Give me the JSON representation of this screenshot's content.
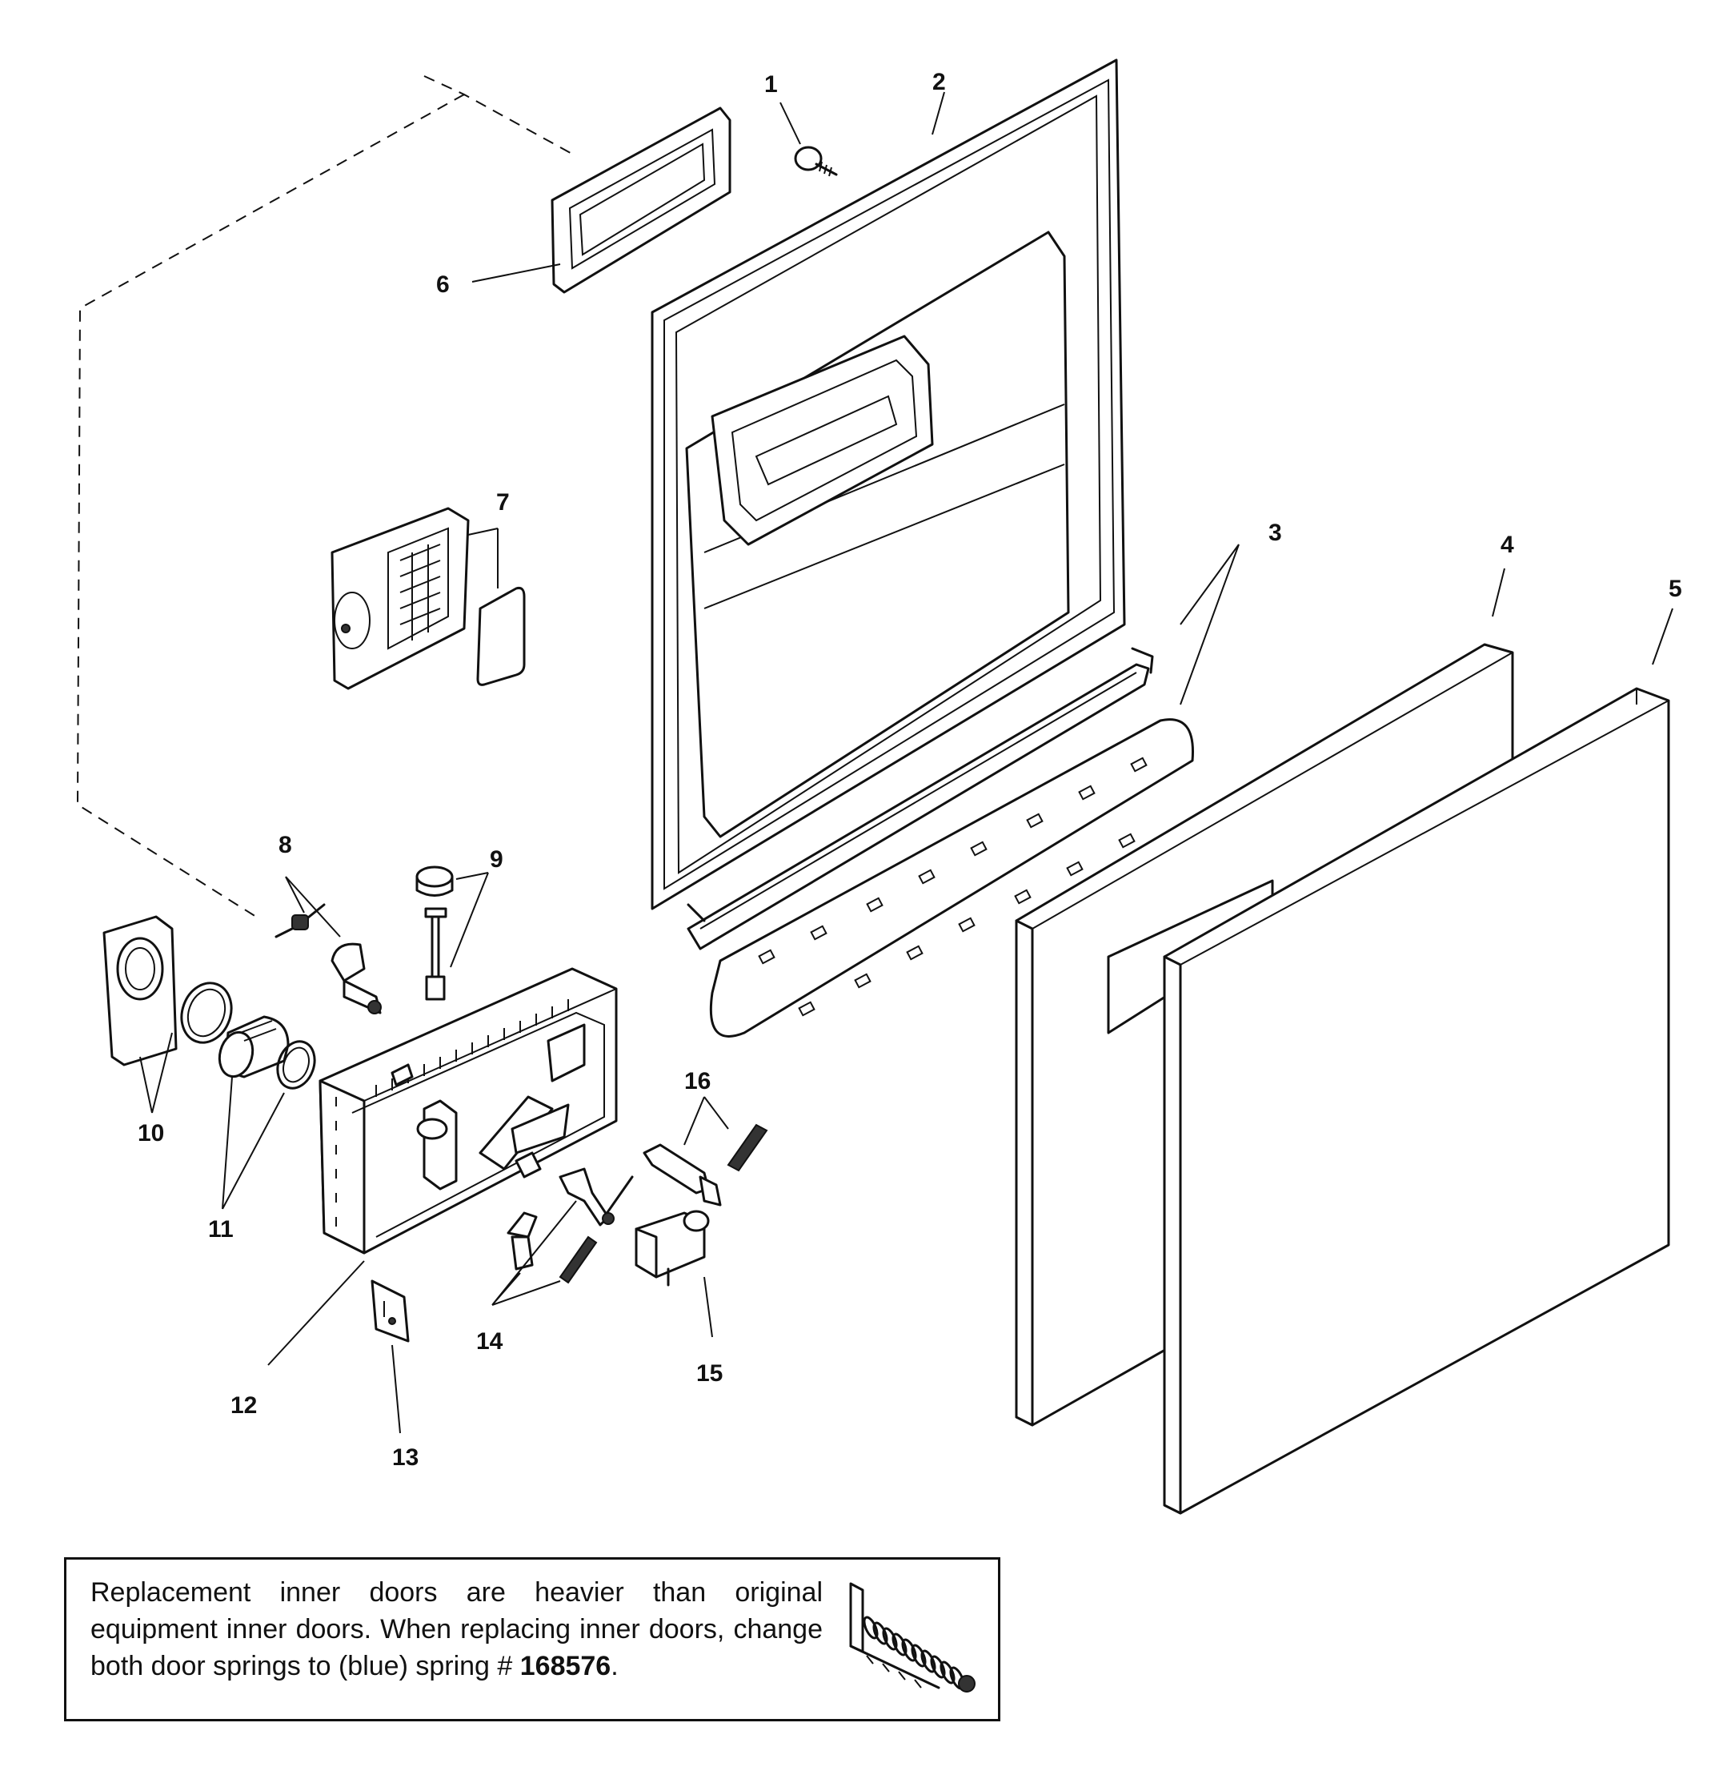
{
  "part_numbers": {
    "p1": "1",
    "p2": "2",
    "p3": "3",
    "p4": "4",
    "p5": "5",
    "p6": "6",
    "p7": "7",
    "p8": "8",
    "p9": "9",
    "p10": "10",
    "p11": "11",
    "p12": "12",
    "p13": "13",
    "p14": "14",
    "p15": "15",
    "p16": "16"
  },
  "note": {
    "text": "Replacement inner doors are heavier than original equipment inner doors. When replacing inner doors, change both door springs to (blue) spring # ",
    "spring_number": "168576",
    "suffix": "."
  }
}
